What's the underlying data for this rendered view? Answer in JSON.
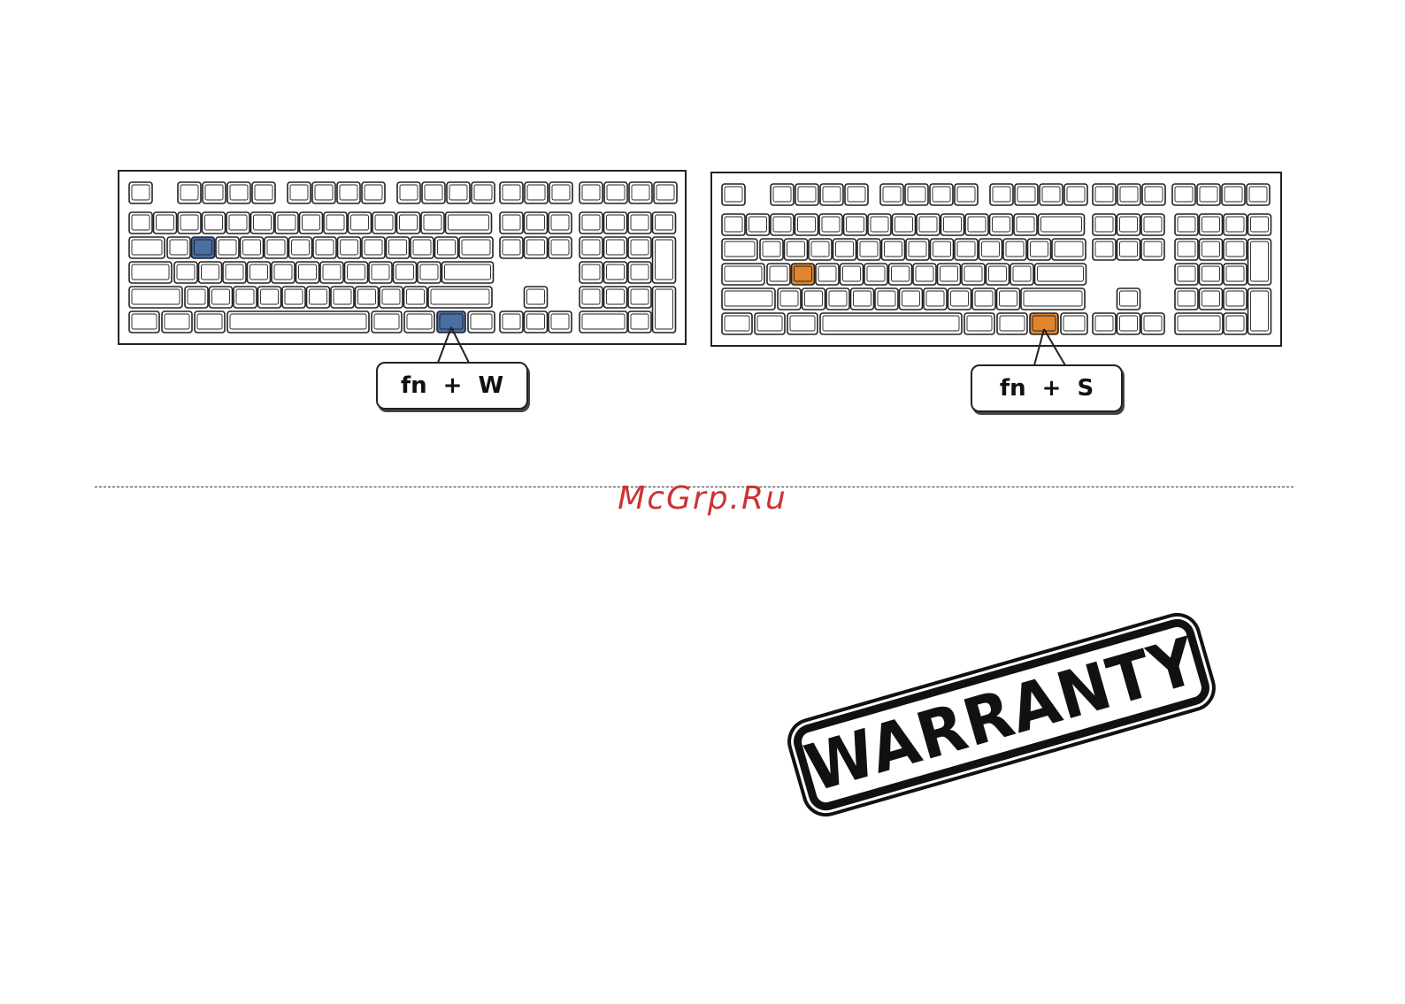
{
  "diagrams": [
    {
      "highlight_key": "W",
      "highlight_color": "#4a6fa5",
      "combo": {
        "key1": "fn",
        "plus": "+",
        "key2": "W"
      }
    },
    {
      "highlight_key": "S",
      "highlight_color": "#e0852b",
      "combo": {
        "key1": "fn",
        "plus": "+",
        "key2": "S"
      }
    }
  ],
  "fn_highlight_color_left": "#4a6fa5",
  "fn_highlight_color_right": "#e0852b",
  "watermark": "McGrp.Ru",
  "stamp": {
    "text": "WARRANTY"
  }
}
